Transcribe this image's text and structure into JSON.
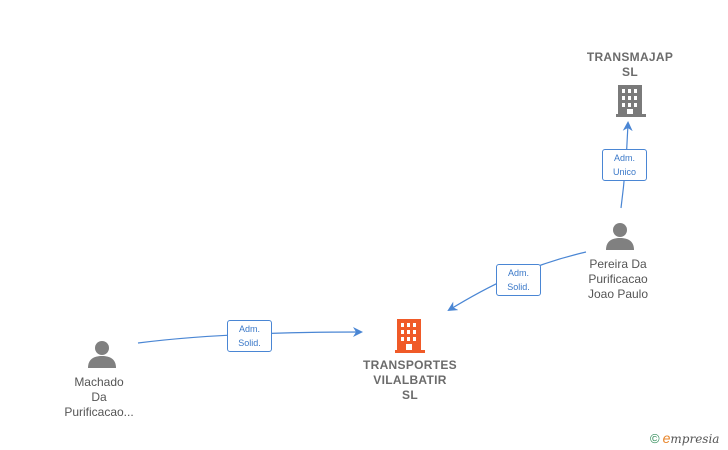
{
  "nodes": {
    "transmajap": {
      "lines": [
        "TRANSMAJAP",
        "SL"
      ],
      "kind": "company"
    },
    "transportes": {
      "lines": [
        "TRANSPORTES",
        "VILALBATIR",
        "SL"
      ],
      "kind": "company-main"
    },
    "pereira": {
      "lines": [
        "Pereira Da",
        "Purificacao",
        "Joao Paulo"
      ],
      "kind": "person"
    },
    "machado": {
      "lines": [
        "Machado",
        "Da",
        "Purificacao..."
      ],
      "kind": "person"
    }
  },
  "edges": {
    "pereira_transmajap": {
      "lines": [
        "Adm.",
        "Unico"
      ]
    },
    "pereira_transportes": {
      "lines": [
        "Adm.",
        "Solid."
      ]
    },
    "machado_transportes": {
      "lines": [
        "Adm.",
        "Solid."
      ]
    }
  },
  "colors": {
    "edge": "#4a86d4",
    "person": "#808080",
    "company": "#7a7a7a",
    "main_company": "#f05a28"
  },
  "icons": {
    "person": "person-icon",
    "company": "building-icon"
  },
  "brand": {
    "copyright": "©",
    "initial": "e",
    "rest": "mpresia"
  }
}
